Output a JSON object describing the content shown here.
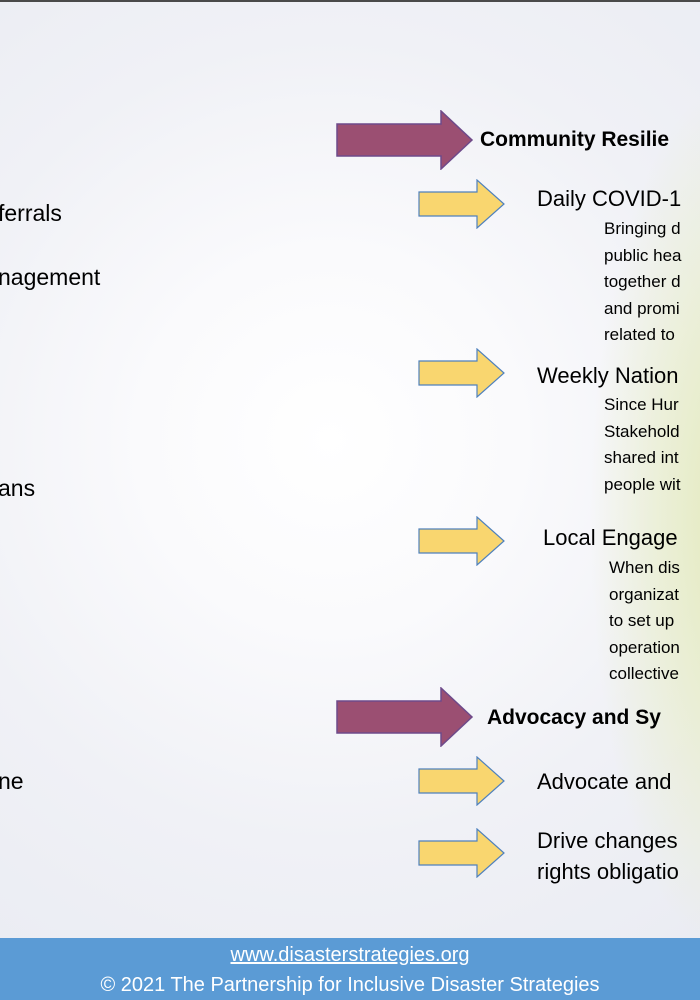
{
  "left_fragments": [
    "ferrals",
    "nagement",
    "ans",
    "ne"
  ],
  "sections": [
    {
      "heading": "Community Resilie",
      "items": [
        {
          "title": "Daily COVID-1",
          "lines": [
            "Bringing d",
            "public hea",
            "together d",
            "and promi",
            "related to"
          ]
        },
        {
          "title": "Weekly Nation",
          "lines": [
            "Since Hur",
            "Stakehold",
            "shared int",
            "people wit"
          ]
        },
        {
          "title": "Local Engage",
          "lines": [
            "When dis",
            "organizat",
            "to set up",
            "operation",
            "collective"
          ]
        }
      ]
    },
    {
      "heading": "Advocacy and Sy",
      "items": [
        {
          "title": "Advocate and",
          "lines": []
        },
        {
          "title": "Drive changes",
          "lines": [
            "rights obligatio"
          ]
        }
      ]
    }
  ],
  "footer": {
    "url": "www.disasterstrategies.org",
    "copyright": "© 2021 The Partnership for Inclusive Disaster Strategies"
  },
  "colors": {
    "heading_arrow": "#9b4f72",
    "item_arrow": "#f9d66f",
    "footer_bg": "#5b9bd5"
  }
}
